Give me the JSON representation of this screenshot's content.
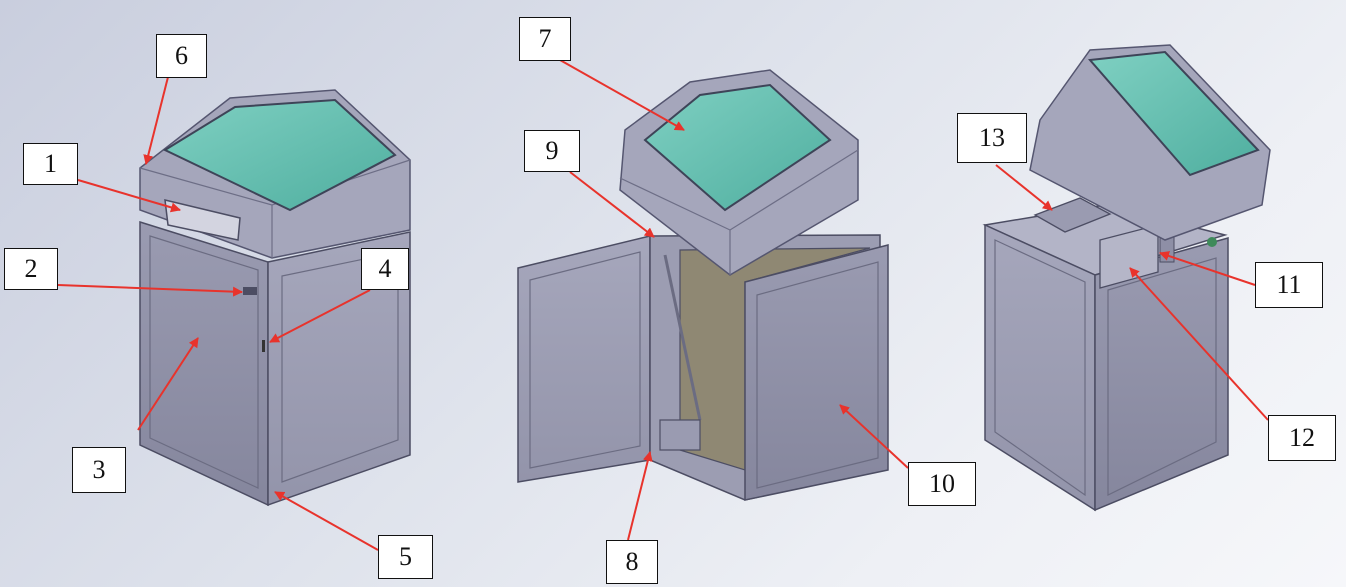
{
  "callouts": [
    {
      "id": "1",
      "label": "1"
    },
    {
      "id": "2",
      "label": "2"
    },
    {
      "id": "3",
      "label": "3"
    },
    {
      "id": "4",
      "label": "4"
    },
    {
      "id": "5",
      "label": "5"
    },
    {
      "id": "6",
      "label": "6"
    },
    {
      "id": "7",
      "label": "7"
    },
    {
      "id": "8",
      "label": "8"
    },
    {
      "id": "9",
      "label": "9"
    },
    {
      "id": "10",
      "label": "10"
    },
    {
      "id": "11",
      "label": "11"
    },
    {
      "id": "12",
      "label": "12"
    },
    {
      "id": "13",
      "label": "13"
    }
  ],
  "colors": {
    "cabinet_body": "#8e8fa6",
    "cabinet_frame": "#b3b4c7",
    "cabinet_dark": "#6b6c82",
    "glass": "#66bfb1",
    "interior": "#8f8873",
    "arrow": "#e8332c"
  }
}
